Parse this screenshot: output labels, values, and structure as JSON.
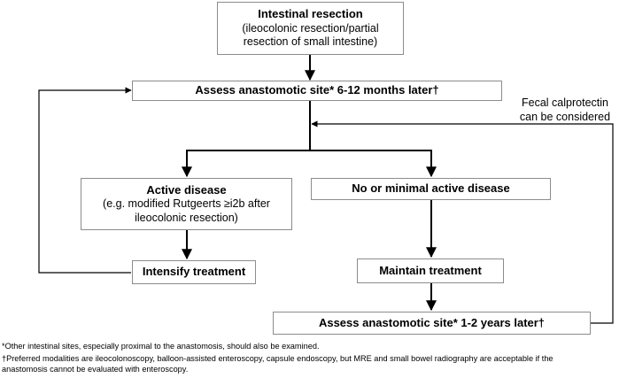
{
  "nodes": {
    "resection": {
      "title": "Intestinal resection",
      "line1": "(ileocolonic resection/partial",
      "line2": "resection of small intestine)"
    },
    "assess_initial": {
      "title": "Assess anastomotic site* 6-12 months later†"
    },
    "active": {
      "title": "Active disease",
      "line1": "(e.g. modified Rutgeerts ≥i2b after",
      "line2": "ileocolonic resection)"
    },
    "minimal": {
      "title": "No or minimal active disease"
    },
    "intensify": {
      "title": "Intensify treatment"
    },
    "maintain": {
      "title": "Maintain treatment"
    },
    "assess_followup": {
      "title": "Assess anastomotic site* 1-2 years later†"
    }
  },
  "side_note": {
    "line1": "Fecal calprotectin",
    "line2": "can be considered"
  },
  "footnotes": {
    "star": "*Other intestinal sites, especially proximal to the anastomosis, should also be examined.",
    "dagger_line1": "†Preferred modalities are ileocolonoscopy, balloon-assisted enteroscopy, capsule endoscopy, but MRE and small bowel radiography are acceptable if the",
    "dagger_line2": "anastomosis cannot be evaluated with enteroscopy."
  },
  "colors": {
    "box_border": "#8c8c8c",
    "arrow": "#000000"
  }
}
